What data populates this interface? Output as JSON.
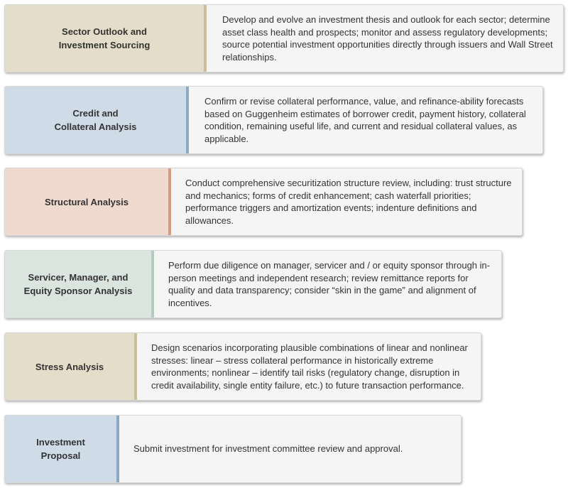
{
  "steps": [
    {
      "label_line1": "Sector Outlook and",
      "label_line2": "Investment Sourcing",
      "description": "Develop and evolve an investment thesis and outlook for each sector; determine asset class health and prospects; monitor and assess regulatory developments; source potential investment opportunities directly through issuers and Wall Street relationships.",
      "label_bg": "#e4ddc9",
      "accent": "#cbbf9b"
    },
    {
      "label_line1": "Credit and",
      "label_line2": "Collateral Analysis",
      "description": "Confirm or revise collateral performance, value, and refinance-ability forecasts based on Guggenheim estimates of borrower credit, payment history, collateral condition, remaining useful life, and current and residual collateral values, as applicable.",
      "label_bg": "#cfdbe6",
      "accent": "#8ea8c6"
    },
    {
      "label_line1": "Structural Analysis",
      "label_line2": "",
      "description": "Conduct comprehensive securitization structure review, including: trust structure and mechanics; forms of credit enhancement; cash waterfall priorities; performance triggers and amortization events; indenture definitions and allowances.",
      "label_bg": "#f0d9ce",
      "accent": "#d49c80"
    },
    {
      "label_line1": "Servicer, Manager, and",
      "label_line2": "Equity Sponsor Analysis",
      "description": "Perform due diligence on manager, servicer and / or equity sponsor through in-person meetings and independent research; review remittance reports for quality and data transparency; consider “skin in the game” and alignment of incentives.",
      "label_bg": "#dae5df",
      "accent": "#b3ccbf"
    },
    {
      "label_line1": "Stress Analysis",
      "label_line2": "",
      "description": "Design scenarios incorporating plausible combinations of linear and nonlinear stresses: linear – stress collateral performance in historically extreme environments; nonlinear – identify tail risks (regulatory change, disruption in credit availability, single entity failure, etc.) to future transaction performance.",
      "label_bg": "#e4ddc9",
      "accent": "#cbbf9b"
    },
    {
      "label_line1": "Investment",
      "label_line2": "Proposal",
      "description": "Submit investment for investment committee review and approval.",
      "label_bg": "#cfdbe6",
      "accent": "#8ea8c6"
    }
  ]
}
